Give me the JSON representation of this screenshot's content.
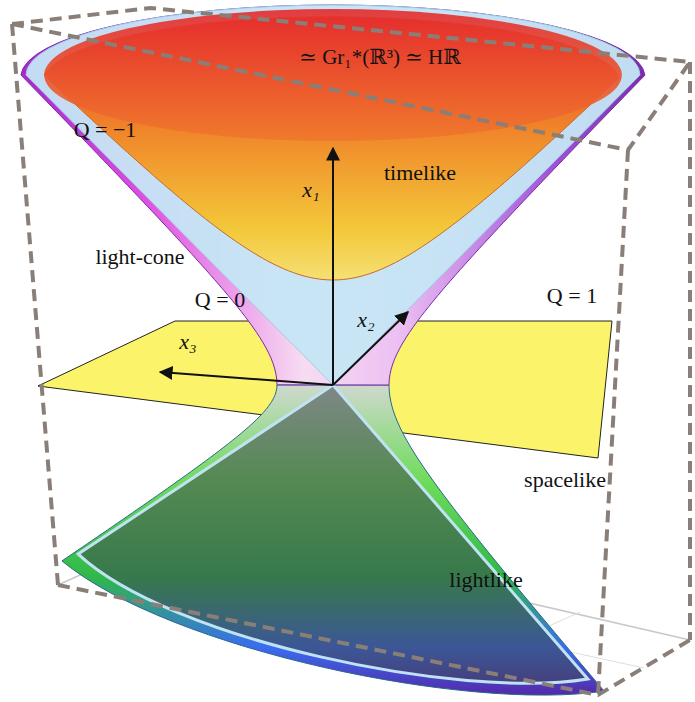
{
  "diagram": {
    "labels": [
      "≃ Gr₁*(ℝ³) ≃ Hℝ",
      "Q = −1",
      "timelike",
      "x₁",
      "light-cone",
      "Q = 0",
      "x₂",
      "Q = 1",
      "x₃",
      "spacelike",
      "lightlike"
    ]
  }
}
